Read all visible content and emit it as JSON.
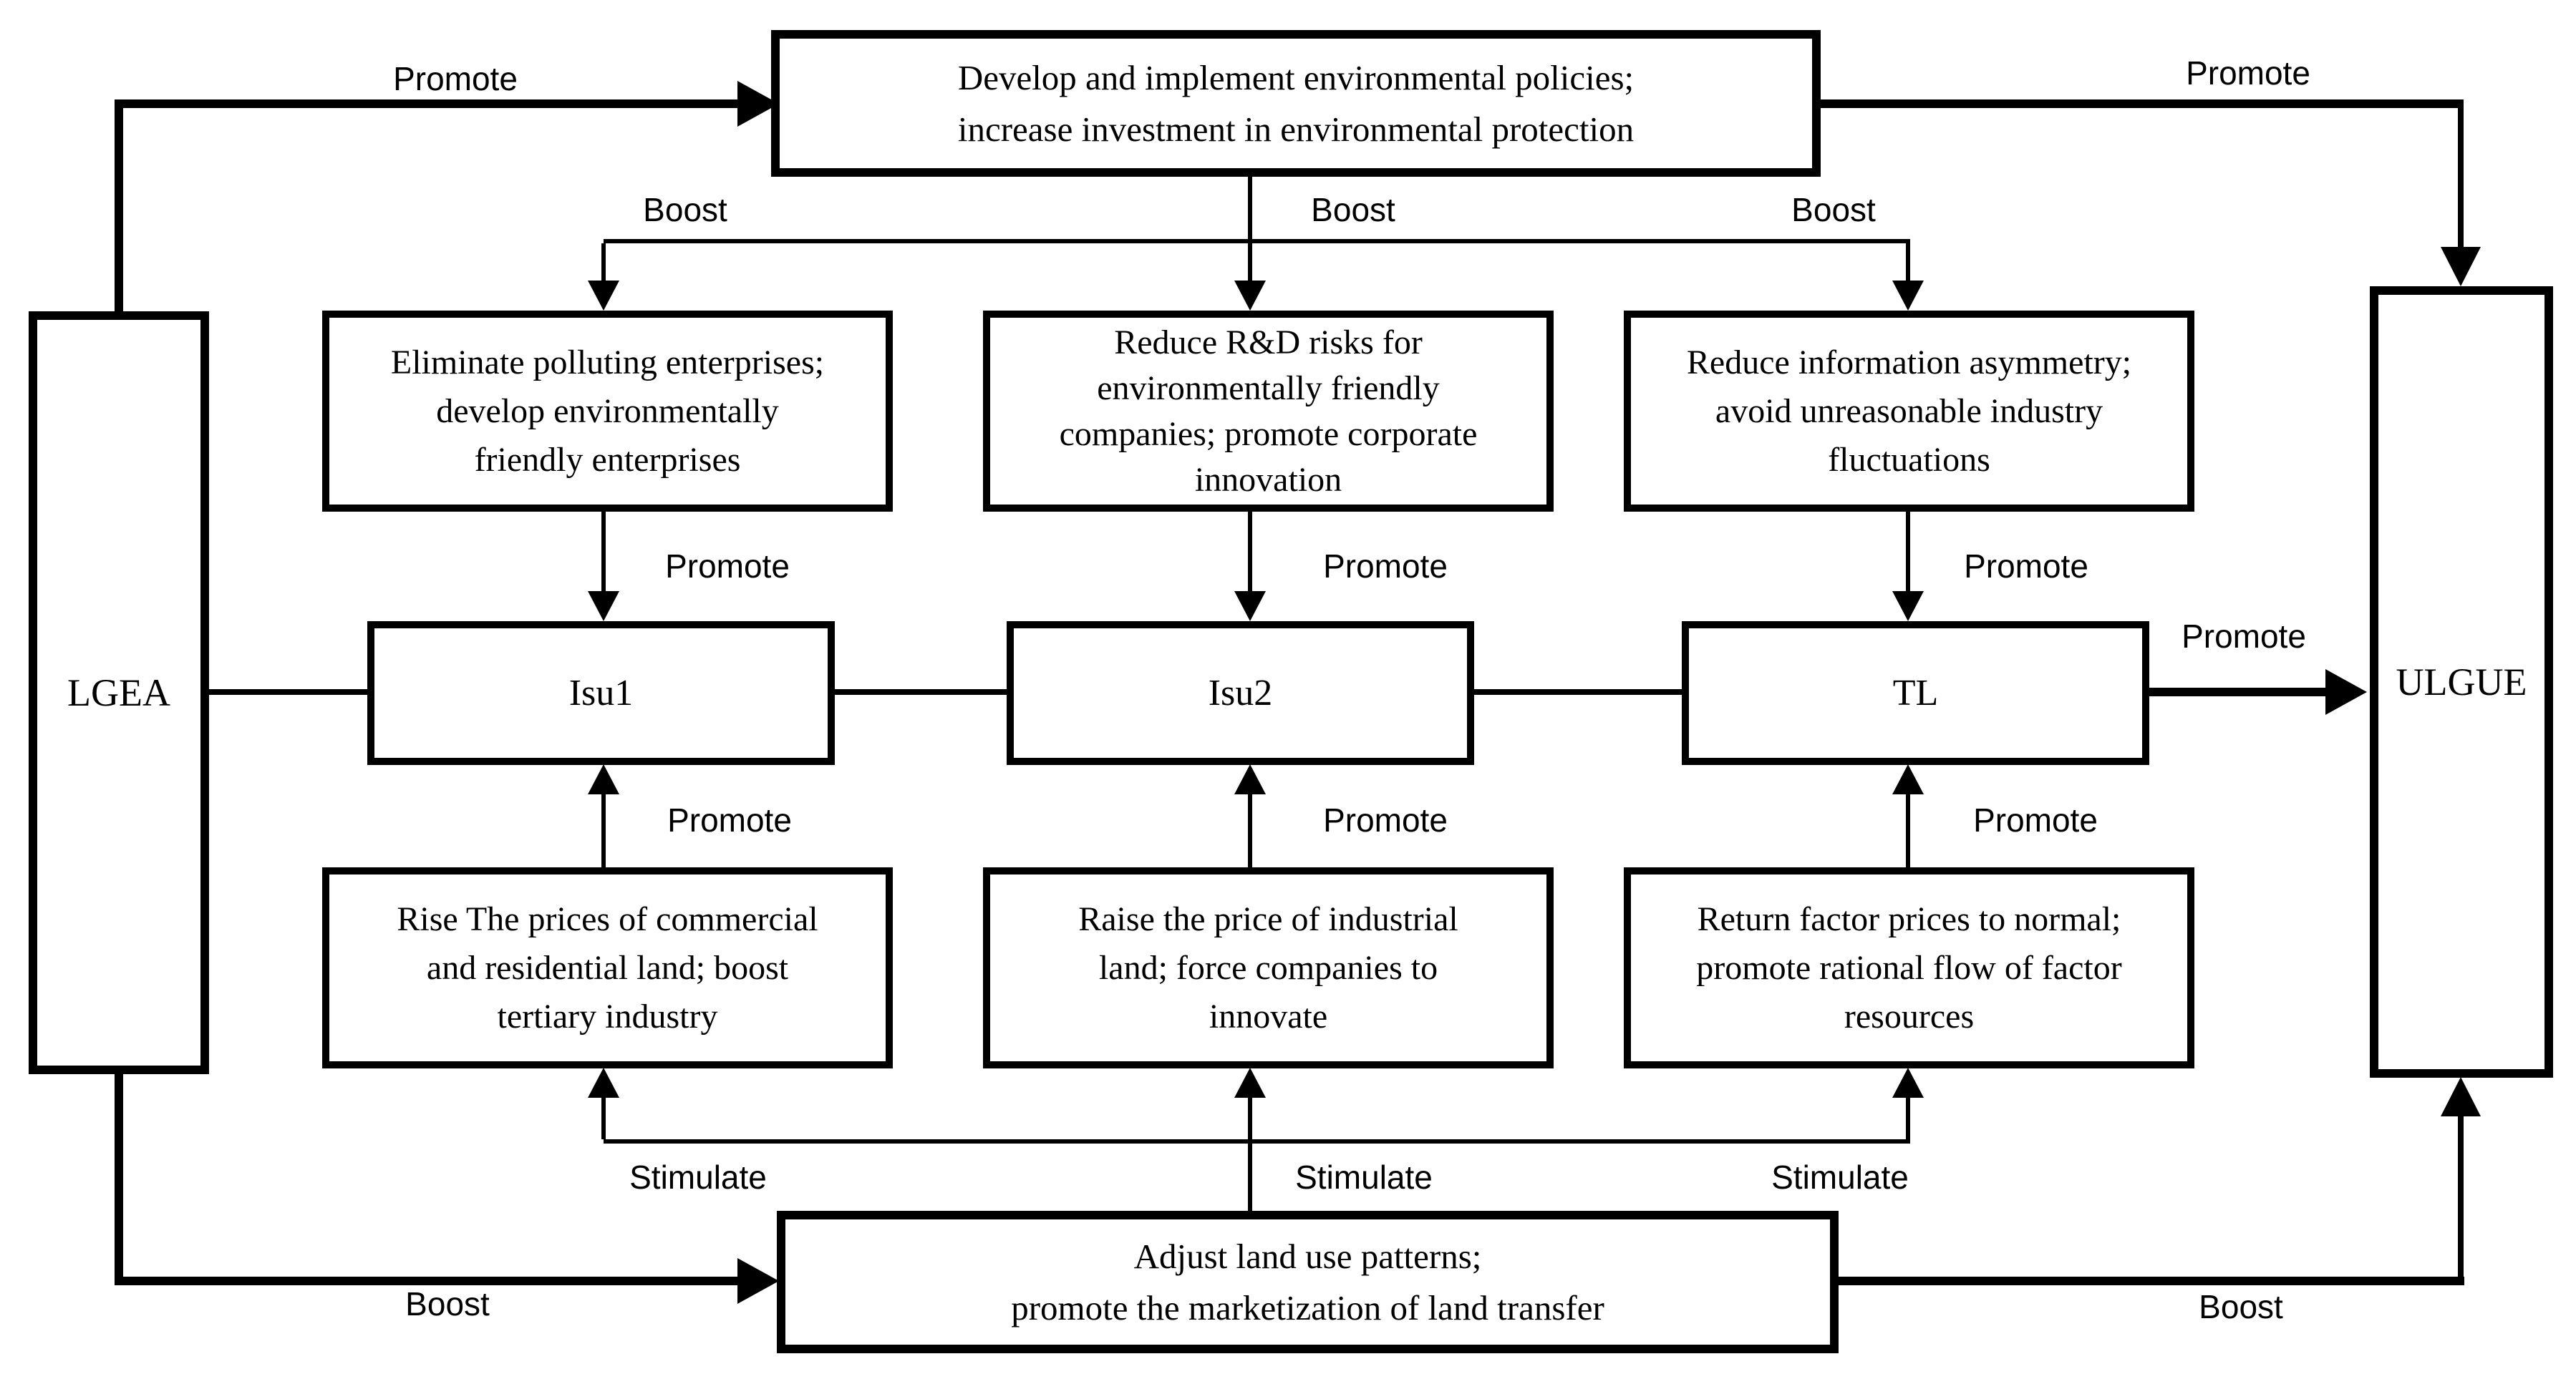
{
  "labels": {
    "promote": "Promote",
    "boost": "Boost",
    "stimulate": "Stimulate"
  },
  "nodes": {
    "lgea": {
      "label": "LGEA"
    },
    "ulgue": {
      "label": "ULGUE"
    },
    "isu1": {
      "label": "Isu1"
    },
    "isu2": {
      "label": "Isu2"
    },
    "tl": {
      "label": "TL"
    },
    "policy": {
      "lines": [
        "Develop and implement environmental policies;",
        "increase investment in environmental protection"
      ]
    },
    "eliminate": {
      "lines": [
        "Eliminate polluting enterprises;",
        "develop environmentally",
        "friendly enterprises"
      ]
    },
    "rnd": {
      "lines": [
        "Reduce R&D risks for",
        "environmentally friendly",
        "companies; promote corporate",
        "innovation"
      ]
    },
    "information": {
      "lines": [
        "Reduce information asymmetry;",
        "avoid unreasonable industry",
        "fluctuations"
      ]
    },
    "commercial": {
      "lines": [
        "Rise The prices of commercial",
        "and residential land; boost",
        "tertiary industry"
      ]
    },
    "industrial": {
      "lines": [
        "Raise the price of industrial",
        "land; force companies to",
        "innovate"
      ]
    },
    "factor": {
      "lines": [
        "Return factor prices to normal;",
        "promote rational flow of factor",
        "resources"
      ]
    },
    "landuse": {
      "lines": [
        "Adjust land use patterns;",
        "promote the marketization of land transfer"
      ]
    }
  },
  "colors": {
    "line": "#000000",
    "background": "#ffffff"
  }
}
